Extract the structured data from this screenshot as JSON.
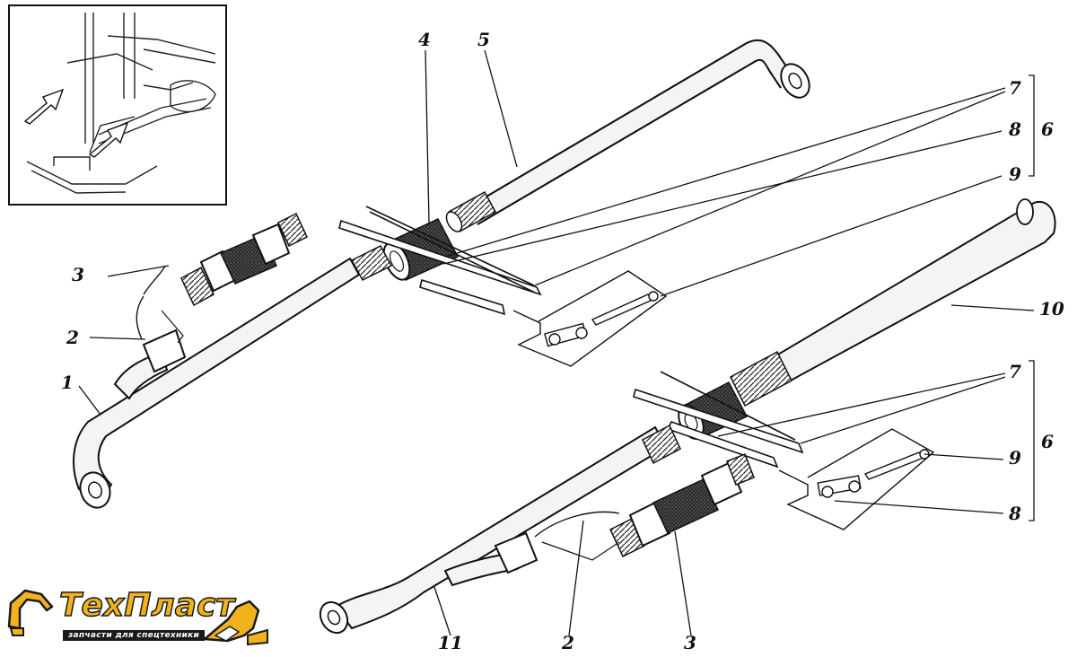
{
  "callouts": {
    "c1": "1",
    "c2a": "2",
    "c3a": "3",
    "c4": "4",
    "c5": "5",
    "c6a": "6",
    "c7a": "7",
    "c8a": "8",
    "c9a": "9",
    "c10": "10",
    "c11": "11",
    "c2b": "2",
    "c3b": "3",
    "c6b": "6",
    "c7b": "7",
    "c8b": "8",
    "c9b": "9"
  },
  "brand": {
    "name": "ТехПласт",
    "tagline": "запчасти для спецтехники",
    "colors": {
      "accent": "#f2b21f",
      "outline": "#1a1a1a"
    }
  }
}
